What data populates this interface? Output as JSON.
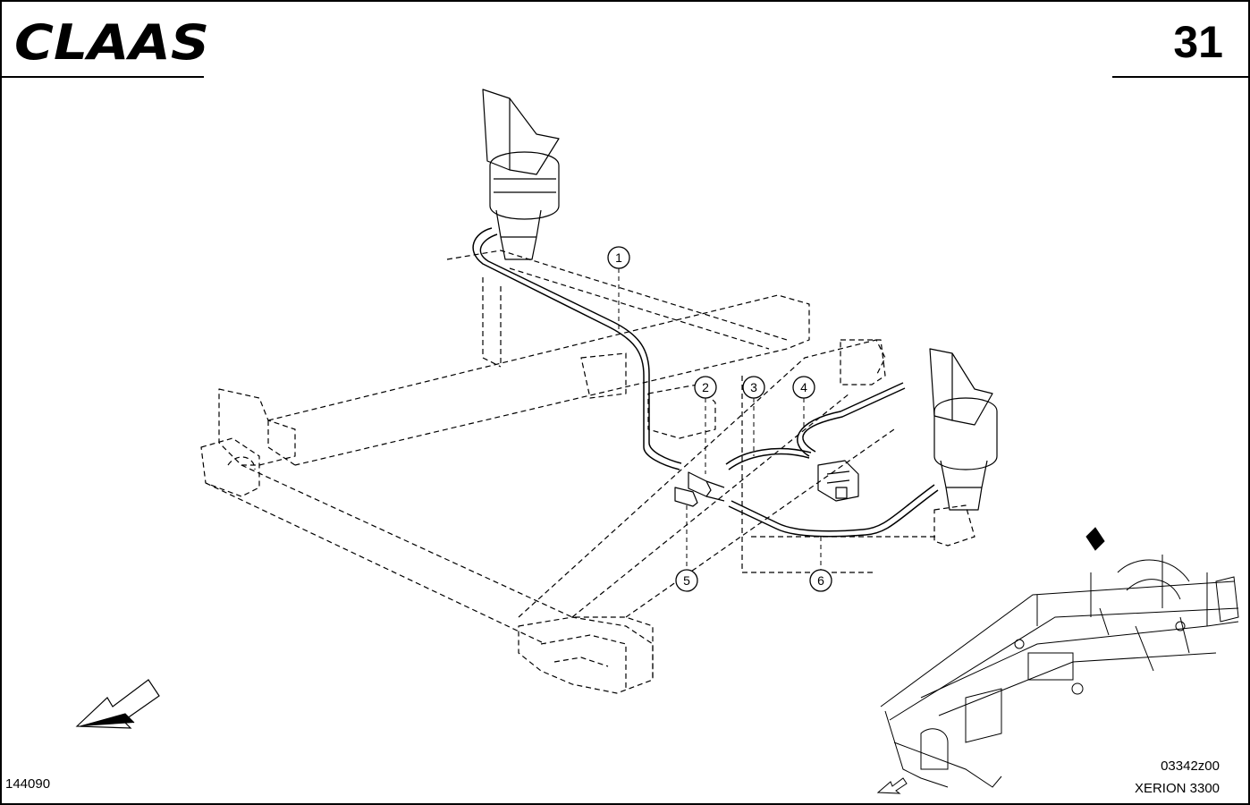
{
  "header": {
    "brand": "CLAAS",
    "page_number": "31"
  },
  "footer": {
    "drawing_id": "144090",
    "reference_code": "03342z00",
    "model": "XERION 3300"
  },
  "callouts": [
    {
      "label": "1"
    },
    {
      "label": "2"
    },
    {
      "label": "3"
    },
    {
      "label": "4"
    },
    {
      "label": "5"
    },
    {
      "label": "6"
    }
  ]
}
